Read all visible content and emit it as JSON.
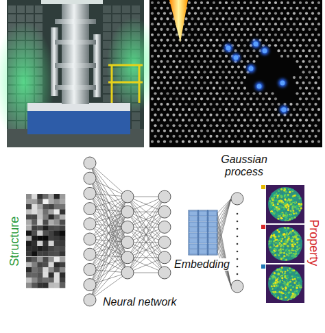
{
  "diagram": {
    "labels": [
      "Structure",
      "Neural network",
      "Embedding",
      "Gaussian process",
      "Property"
    ]
  }
}
